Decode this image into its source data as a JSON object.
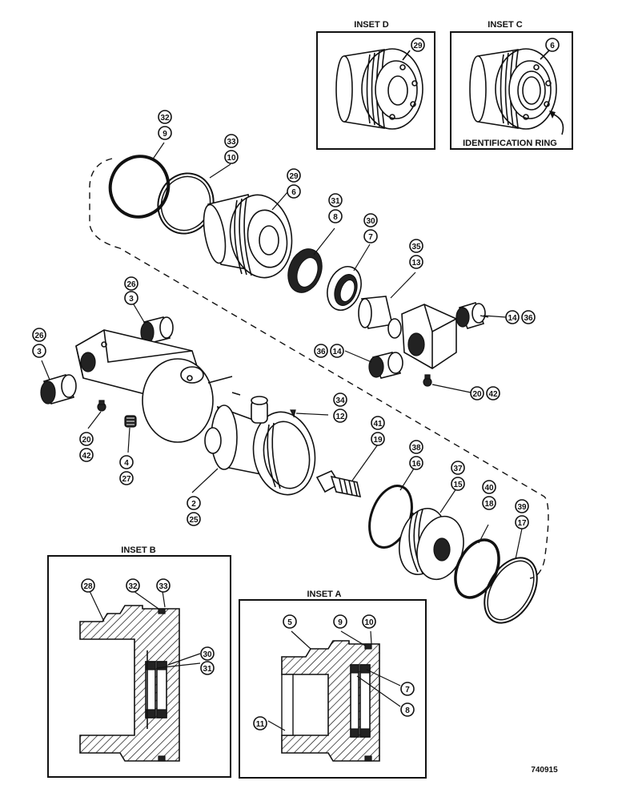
{
  "insets": {
    "d": {
      "title": "INSET D",
      "callout": "29"
    },
    "c": {
      "title": "INSET C",
      "callout": "6",
      "note": "IDENTIFICATION RING"
    },
    "b": {
      "title": "INSET B",
      "callouts": [
        "28",
        "32",
        "33",
        "30",
        "31"
      ]
    },
    "a": {
      "title": "INSET A",
      "callouts": [
        "5",
        "9",
        "10",
        "7",
        "8",
        "11"
      ]
    }
  },
  "callouts": {
    "c32": "32",
    "c9": "9",
    "c33": "33",
    "c10": "10",
    "c29": "29",
    "c6": "6",
    "c31": "31",
    "c8": "8",
    "c30": "30",
    "c7": "7",
    "c35": "35",
    "c13": "13",
    "c14a": "14",
    "c36a": "36",
    "c36b": "36",
    "c14b": "14",
    "c20a": "20",
    "c42a": "42",
    "c26a": "26",
    "c3a": "3",
    "c26b": "26",
    "c3b": "3",
    "c34": "34",
    "c12": "12",
    "c41": "41",
    "c19": "19",
    "c38": "38",
    "c16": "16",
    "c37": "37",
    "c15": "15",
    "c40": "40",
    "c18": "18",
    "c39": "39",
    "c17": "17",
    "c20b": "20",
    "c42b": "42",
    "c4": "4",
    "c27": "27",
    "c2": "2",
    "c25": "25"
  },
  "figure_number": "740915"
}
